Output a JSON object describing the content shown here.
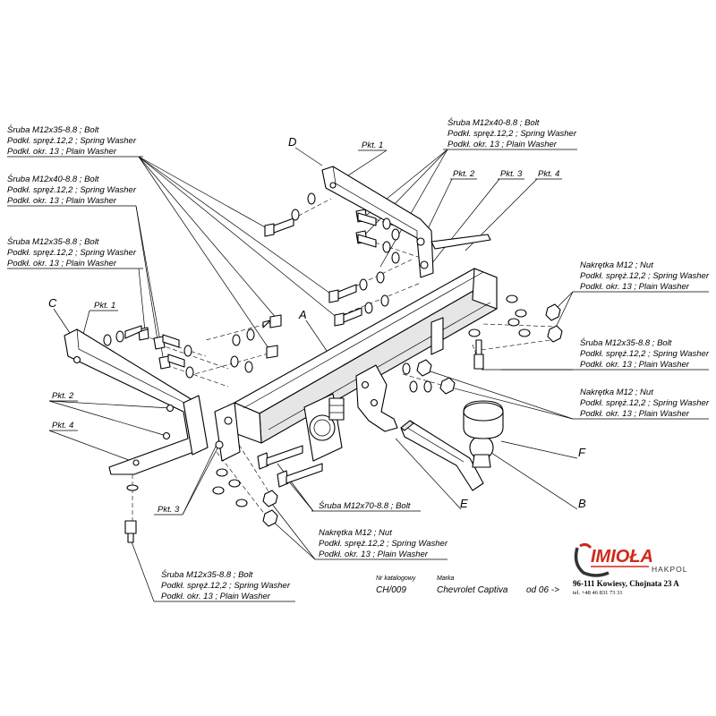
{
  "callouts": {
    "bolt_m12x35_a": [
      "Śruba M12x35-8.8 ;  Bolt",
      "Podkł. spręż.12,2 ; Spring Washer",
      "Podkł. okr. 13 ; Plain Washer"
    ],
    "bolt_m12x40_a": [
      "Śruba M12x40-8.8 ;  Bolt",
      "Podkł. spręż.12,2 ; Spring Washer",
      "Podkł. okr. 13 ; Plain Washer"
    ],
    "bolt_m12x35_b": [
      "Śruba M12x35-8.8 ;  Bolt",
      "Podkł. spręż.12,2 ; Spring Washer",
      "Podkł. okr. 13 ; Plain Washer"
    ],
    "bolt_m12x40_top": [
      "Śruba M12x40-8.8 ;  Bolt",
      "Podkł. spręż.12,2 ; Spring Washer",
      "Podkł. okr. 13 ; Plain Washer"
    ],
    "nut_right_a": [
      "Nakrętka  M12 ; Nut",
      "Podkł. spręż.12,2 ; Spring Washer",
      "Podkł. okr. 13 ; Plain Washer"
    ],
    "bolt_m12x35_right": [
      "Śruba M12x35-8.8 ;  Bolt",
      "Podkł. spręż.12,2 ; Spring Washer",
      "Podkł. okr. 13 ; Plain Washer"
    ],
    "nut_right_b": [
      "Nakrętka  M12 ; Nut",
      "Podkł. spręż.12,2 ; Spring Washer",
      "Podkł. okr. 13 ; Plain Washer"
    ],
    "bolt_m12x70": "Śruba M12x70-8.8 ;  Bolt",
    "nut_bottom": [
      "Nakrętka  M12 ; Nut",
      "Podkł. spręż.12,2 ; Spring Washer",
      "Podkł. okr. 13 ; Plain Washer"
    ],
    "bolt_m12x35_bottom": [
      "Śruba M12x35-8.8 ;  Bolt",
      "Podkł. spręż.12,2 ; Spring Washer",
      "Podkł. okr. 13 ; Plain Washer"
    ]
  },
  "points": {
    "pkt1_top": "Pkt. 1",
    "pkt2_top": "Pkt. 2",
    "pkt3_top": "Pkt. 3",
    "pkt4_top": "Pkt. 4",
    "pkt1_left": "Pkt. 1",
    "pkt2_left": "Pkt. 2",
    "pkt4_left": "Pkt. 4",
    "pkt3_bottom": "Pkt. 3"
  },
  "letters": {
    "A": "A",
    "B": "B",
    "C": "C",
    "D": "D",
    "E": "E",
    "F": "F"
  },
  "footer": {
    "catalog_label": "Nr katalogowy",
    "catalog_value": "CH/009",
    "make_label": "Marka",
    "make_value": "Chevrolet Captiva",
    "since_value": "od 06 ->"
  },
  "brand": {
    "name": "IMIOŁA",
    "sub": "HAKPOL",
    "address": "96-111 Kowiesy, Chojnata 23 A",
    "phone": "tel. +48 46 831 73 31",
    "accent_color": "#d0281c",
    "dark_color": "#333333"
  }
}
